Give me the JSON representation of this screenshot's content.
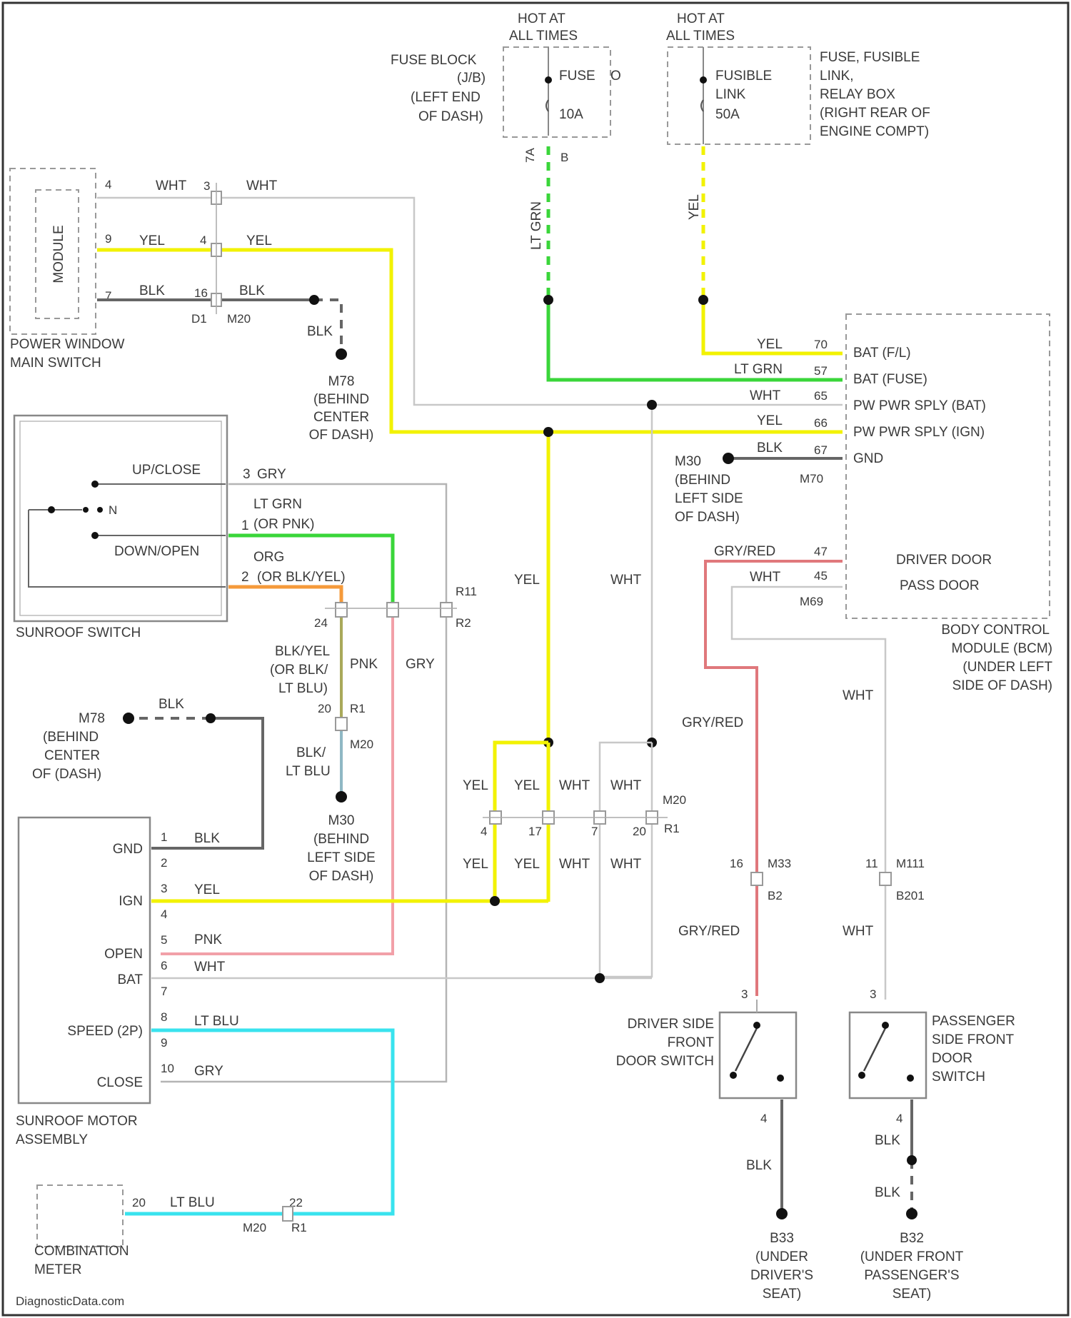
{
  "footer": "DiagnosticData.com",
  "power": {
    "hot_left": [
      "HOT AT",
      "ALL TIMES"
    ],
    "hot_right": [
      "HOT AT",
      "ALL TIMES"
    ],
    "fuse_block_label": [
      "FUSE BLOCK",
      "(J/B)",
      "(LEFT END",
      "OF DASH)"
    ],
    "fuse_name": "FUSE",
    "fuse_num": "O",
    "fuse_amp": "10A",
    "fuse_pins": [
      "7A",
      "B"
    ],
    "fusible_link": [
      "FUSIBLE",
      "LINK",
      "50A"
    ],
    "fuse_link_box_label": [
      "FUSE, FUSIBLE",
      "LINK,",
      "RELAY BOX",
      "(RIGHT REAR OF",
      "ENGINE COMPT)"
    ],
    "wire_ltgrn": "LT GRN",
    "wire_yel": "YEL"
  },
  "pw_switch": {
    "module": "MODULE",
    "label": [
      "POWER WINDOW",
      "MAIN SWITCH"
    ],
    "pins": [
      "4",
      "9",
      "7"
    ],
    "wires": [
      "WHT",
      "YEL",
      "BLK"
    ],
    "connector_pins": [
      "3",
      "4",
      "16"
    ],
    "connector_ids": [
      "D1",
      "M20"
    ],
    "wires_out": [
      "WHT",
      "YEL",
      "BLK"
    ],
    "ground_wire": "BLK",
    "ground": [
      "M78",
      "(BEHIND",
      "CENTER",
      "OF DASH)"
    ]
  },
  "bcm": {
    "pins": [
      "70",
      "57",
      "65",
      "66",
      "67"
    ],
    "pin_labels": [
      "BAT (F/L)",
      "BAT (FUSE)",
      "PW PWR SPLY (BAT)",
      "PW PWR SPLY (IGN)",
      "GND"
    ],
    "wires": [
      "YEL",
      "LT GRN",
      "WHT",
      "YEL",
      "BLK"
    ],
    "connector": "M70",
    "pins2": [
      "47",
      "45"
    ],
    "pin_labels2": [
      "DRIVER DOOR",
      "PASS DOOR"
    ],
    "wires2": [
      "GRY/RED",
      "WHT"
    ],
    "connector2": "M69",
    "label": [
      "BODY CONTROL",
      "MODULE (BCM)",
      "(UNDER LEFT",
      "SIDE OF DASH)"
    ],
    "ground": [
      "M30",
      "(BEHIND",
      "LEFT SIDE",
      "OF DASH)"
    ]
  },
  "sunroof_switch": {
    "label": "SUNROOF SWITCH",
    "positions": [
      "UP/CLOSE",
      "DOWN/OPEN",
      "N"
    ],
    "pins": [
      "3",
      "1",
      "2"
    ],
    "wires": [
      "GRY",
      "LT GRN",
      "(OR PNK)",
      "ORG",
      "(OR BLK/YEL)"
    ],
    "conn_labels": [
      "R11",
      "R2",
      "24"
    ],
    "mid_wires": [
      "BLK/YEL",
      "(OR BLK/",
      "LT BLU)",
      "PNK",
      "GRY"
    ],
    "splice": [
      "20",
      "R1",
      "M20"
    ],
    "lower_wire": [
      "BLK/",
      "LT BLU"
    ],
    "ground": [
      "M30",
      "(BEHIND",
      "LEFT SIDE",
      "OF DASH)"
    ]
  },
  "center": {
    "wire_yel": "YEL",
    "wire_wht": "WHT",
    "conn_top_wires": [
      "YEL",
      "YEL",
      "WHT",
      "WHT"
    ],
    "conn_pins": [
      "4",
      "17",
      "7",
      "20"
    ],
    "conn_ids": [
      "M20",
      "R1"
    ],
    "conn_bot_wires": [
      "YEL",
      "YEL",
      "WHT",
      "WHT"
    ]
  },
  "motor": {
    "label": [
      "SUNROOF MOTOR",
      "ASSEMBLY"
    ],
    "pin_names": [
      "GND",
      "IGN",
      "OPEN",
      "BAT",
      "SPEED (2P)",
      "CLOSE"
    ],
    "pins": [
      "1",
      "2",
      "3",
      "4",
      "5",
      "6",
      "7",
      "8",
      "9",
      "10"
    ],
    "wires": [
      "BLK",
      "YEL",
      "PNK",
      "WHT",
      "LT BLU",
      "GRY"
    ],
    "ground_wire": "BLK",
    "ground": [
      "M78",
      "(BEHIND",
      "CENTER",
      "OF (DASH)"
    ]
  },
  "meter": {
    "label": [
      "COMBINATION",
      "METER"
    ],
    "pins": [
      "20",
      "22"
    ],
    "wire": "LT BLU",
    "conn": [
      "M20",
      "R1"
    ]
  },
  "door_switches": {
    "driver_label": [
      "DRIVER SIDE",
      "FRONT",
      "DOOR SWITCH"
    ],
    "pass_label": [
      "PASSENGER",
      "SIDE FRONT",
      "DOOR",
      "SWITCH"
    ],
    "driver_wire": "GRY/RED",
    "pass_wire": "WHT",
    "driver_conn": [
      "16",
      "M33",
      "B2"
    ],
    "pass_conn": [
      "11",
      "M111",
      "B201"
    ],
    "pins": [
      "3",
      "4",
      "3",
      "4"
    ],
    "ground_wire": "BLK",
    "driver_ground": [
      "B33",
      "(UNDER",
      "DRIVER'S",
      "SEAT)"
    ],
    "pass_ground": [
      "B32",
      "(UNDER FRONT",
      "PASSENGER'S",
      "SEAT)"
    ]
  }
}
